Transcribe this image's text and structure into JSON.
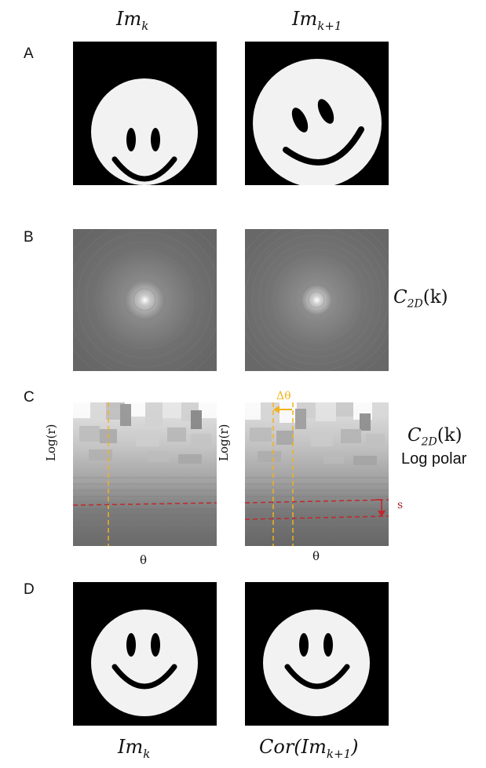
{
  "row_labels": {
    "a": "A",
    "b": "B",
    "c": "C",
    "d": "D"
  },
  "top_titles": {
    "left": {
      "base": "Im",
      "sub": "k"
    },
    "right": {
      "base": "Im",
      "sub": "k+1"
    }
  },
  "side_labels": {
    "c2d": {
      "base": "C",
      "sub": "2D",
      "arg": "(k)"
    },
    "c2d_logpolar": {
      "base": "C",
      "sub": "2D",
      "arg": "(k)",
      "line2": "Log polar"
    }
  },
  "axis_labels": {
    "left_y": "Log(r)",
    "right_y": "Log(r)",
    "left_x": "θ",
    "right_x": "θ"
  },
  "annotations": {
    "delta_theta": "Δθ",
    "scale": "s"
  },
  "bottom_titles": {
    "left": {
      "base": "Im",
      "sub": "k"
    },
    "right": {
      "pre": "Cor(",
      "base": "Im",
      "sub": "k+1",
      "post": ")"
    }
  },
  "colors": {
    "background": "#ffffff",
    "panel_black": "#000000",
    "face": "#f2f2f2",
    "features": "#000000",
    "guide_yellow": "#f2b21c",
    "guide_red": "#c0282d",
    "spectrum_gray": "#6f6f6f"
  }
}
